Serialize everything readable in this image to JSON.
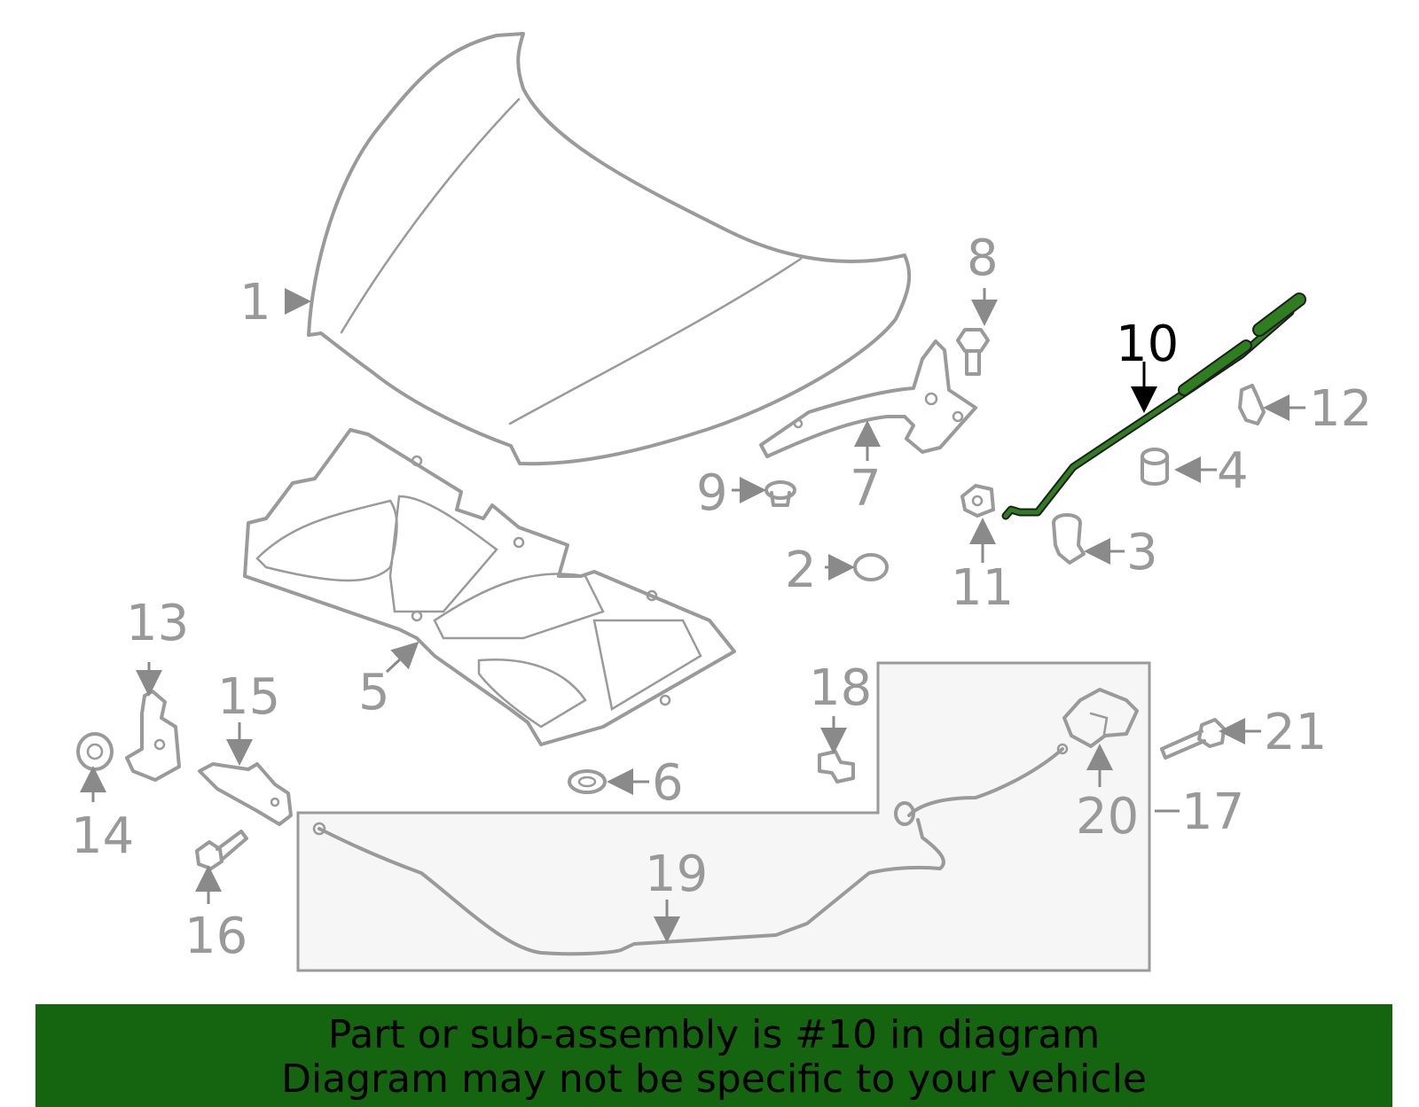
{
  "diagram": {
    "highlight_part": "10",
    "highlight_color": "#2e7d1f",
    "part_color": "#9a9a9a",
    "callouts": {
      "c1": "1",
      "c2": "2",
      "c3": "3",
      "c4": "4",
      "c5": "5",
      "c6": "6",
      "c7": "7",
      "c8": "8",
      "c9": "9",
      "c10": "10",
      "c11": "11",
      "c12": "12",
      "c13": "13",
      "c14": "14",
      "c15": "15",
      "c16": "16",
      "c17": "17",
      "c18": "18",
      "c19": "19",
      "c20": "20",
      "c21": "21"
    }
  },
  "banner": {
    "line1": "Part or sub-assembly is #10 in diagram",
    "line2": "Diagram may not be specific to your vehicle",
    "background": "#15640f"
  }
}
